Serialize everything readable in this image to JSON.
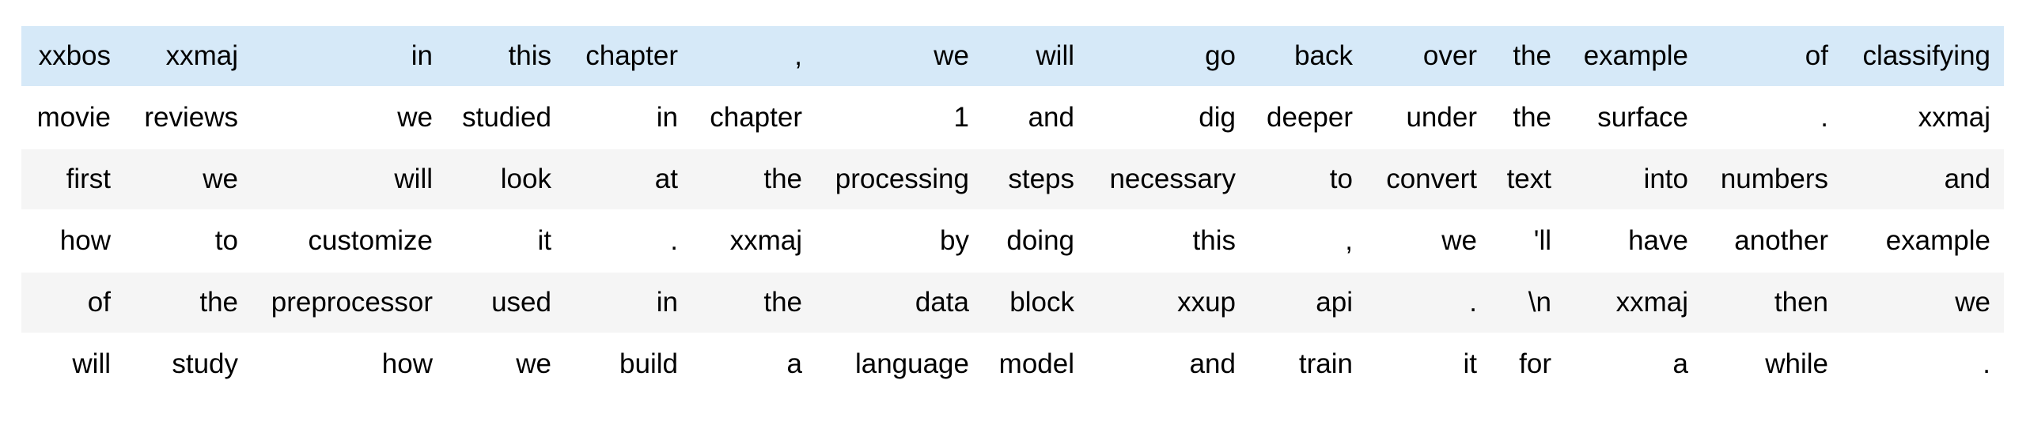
{
  "table": {
    "description_label": "tokenized-text-batch",
    "rows": [
      [
        "xxbos",
        "xxmaj",
        "in",
        "this",
        "chapter",
        ",",
        "we",
        "will",
        "go",
        "back",
        "over",
        "the",
        "example",
        "of",
        "classifying"
      ],
      [
        "movie",
        "reviews",
        "we",
        "studied",
        "in",
        "chapter",
        "1",
        "and",
        "dig",
        "deeper",
        "under",
        "the",
        "surface",
        ".",
        "xxmaj"
      ],
      [
        "first",
        "we",
        "will",
        "look",
        "at",
        "the",
        "processing",
        "steps",
        "necessary",
        "to",
        "convert",
        "text",
        "into",
        "numbers",
        "and"
      ],
      [
        "how",
        "to",
        "customize",
        "it",
        ".",
        "xxmaj",
        "by",
        "doing",
        "this",
        ",",
        "we",
        "'ll",
        "have",
        "another",
        "example"
      ],
      [
        "of",
        "the",
        "preprocessor",
        "used",
        "in",
        "the",
        "data",
        "block",
        "xxup",
        "api",
        ".",
        "\\n",
        "xxmaj",
        "then",
        "we"
      ],
      [
        "will",
        "study",
        "how",
        "we",
        "build",
        "a",
        "language",
        "model",
        "and",
        "train",
        "it",
        "for",
        "a",
        "while",
        "."
      ]
    ],
    "highlighted_row_index": 0,
    "colors": {
      "highlight_row_bg": "#d6e9f8",
      "stripe_row_bg": "#f5f5f5",
      "plain_row_bg": "#ffffff",
      "text": "#000000"
    }
  }
}
